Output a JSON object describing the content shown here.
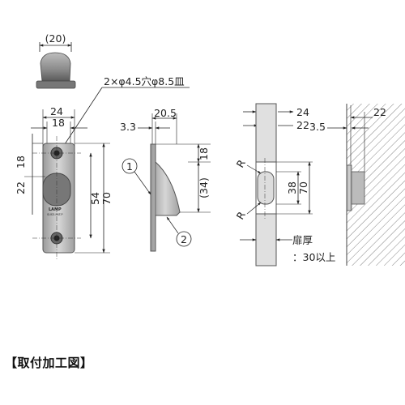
{
  "drawing": {
    "knob_width": "(20)",
    "hole_note": "2×φ4.5穴φ8.5皿",
    "plate_width_outer": "24",
    "plate_width_inner": "18",
    "plate_logo": "LAMP",
    "plate_code": "SUS3-PAT.P",
    "dim_hole_top": "18",
    "dim_hole_offset": "22",
    "dim_hole_pitch": "54",
    "dim_plate_length": "70",
    "side_depth": "20.5",
    "side_offset": "3.3",
    "side_top": "18",
    "side_height": "(34)",
    "callout_1": "1",
    "callout_2": "2",
    "mort_width_outer": "24",
    "mort_width_inner": "22",
    "radius_top": "R",
    "radius_bottom": "R",
    "mort_length": "38",
    "mort_total": "70",
    "door_thickness_label": "扉厚",
    "door_thickness_value": "：30以上",
    "frame_width": "22",
    "frame_offset": "3.5"
  },
  "caption": "【取付加工図】"
}
